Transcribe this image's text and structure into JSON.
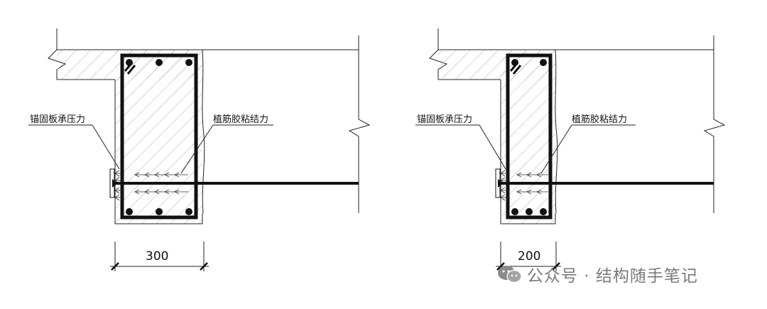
{
  "panels": [
    {
      "label_left": "锚固板承压力",
      "label_right": "植筋胶粘结力",
      "dimension": "300"
    },
    {
      "label_left": "锚固板承压力",
      "label_right": "植筋胶粘结力",
      "dimension": "200"
    }
  ],
  "watermark": {
    "text": "公众号 · 结构随手笔记",
    "icon": "wechat-icon"
  }
}
